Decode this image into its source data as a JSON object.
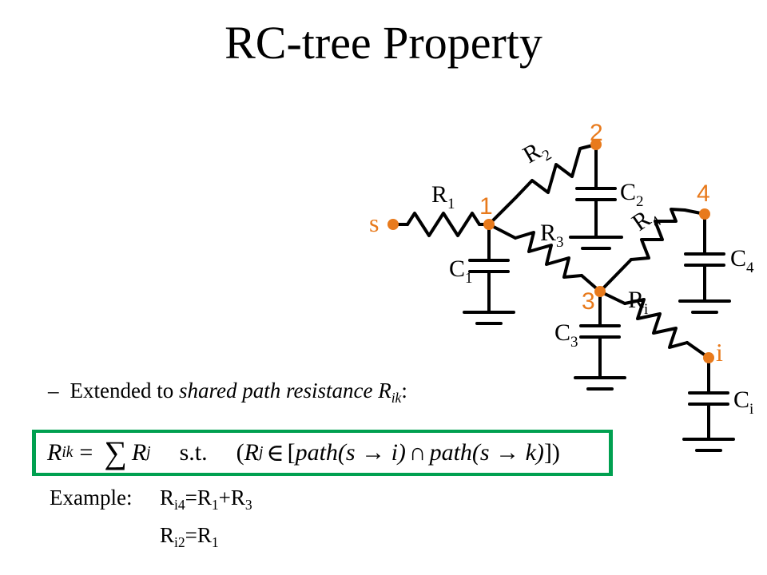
{
  "title": "RC-tree Property",
  "nodes": {
    "s": "s",
    "n1": "1",
    "n2": "2",
    "n3": "3",
    "n4": "4",
    "ni": "i"
  },
  "resistors": [
    {
      "name": "R",
      "sub": "1"
    },
    {
      "name": "R",
      "sub": "2"
    },
    {
      "name": "R",
      "sub": "3"
    },
    {
      "name": "R",
      "sub": "4"
    },
    {
      "name": "R",
      "sub": "i"
    }
  ],
  "capacitors": [
    {
      "name": "C",
      "sub": "1"
    },
    {
      "name": "C",
      "sub": "2"
    },
    {
      "name": "C",
      "sub": "3"
    },
    {
      "name": "C",
      "sub": "4"
    },
    {
      "name": "C",
      "sub": "i"
    }
  ],
  "bullet": {
    "dash": "–",
    "text": "Extended to ",
    "italic": "shared path resistance R",
    "italic_sub": "ik",
    "suffix": ":"
  },
  "formula": {
    "lhs": "R",
    "lhs_sub": "ik",
    "equals": "=",
    "sum": "∑",
    "term": "R",
    "term_sub": "j",
    "st": "s.t.",
    "cond_open": "(",
    "cond_var": "R",
    "cond_var_sub": "j",
    "elem": "∈",
    "bracket_open": "[",
    "path1": "path(s → i)",
    "cap": "∩",
    "path2": "path(s → k)",
    "bracket_close": "])"
  },
  "example": {
    "label": "Example:",
    "line1": {
      "a": "R",
      "a_sub": "i4",
      "eq": "=R",
      "b_sub": "1",
      "plus": "+R",
      "c_sub": "3"
    },
    "line2": {
      "a": "R",
      "a_sub": "i2",
      "eq": "=R",
      "b_sub": "1"
    }
  },
  "colors": {
    "node": "#e87a1c",
    "formula_border": "#00a050",
    "wire": "#000000"
  }
}
